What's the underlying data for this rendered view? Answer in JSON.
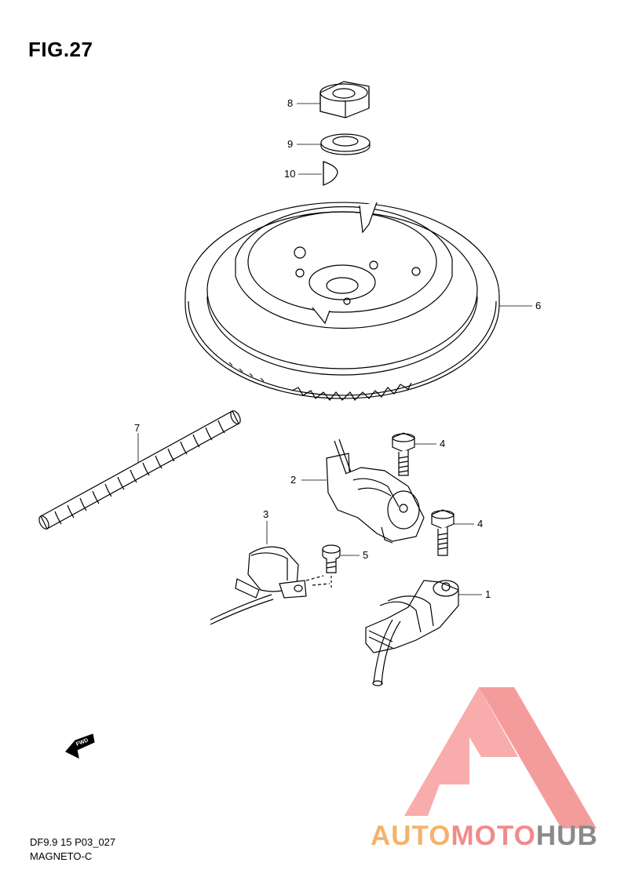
{
  "figure": {
    "title": "FIG.27",
    "code": "DF9.9 15 P03_027",
    "name": "MAGNETO-C"
  },
  "callouts": [
    {
      "id": "8",
      "label": "8"
    },
    {
      "id": "9",
      "label": "9"
    },
    {
      "id": "10",
      "label": "10"
    },
    {
      "id": "6",
      "label": "6"
    },
    {
      "id": "7",
      "label": "7"
    },
    {
      "id": "4a",
      "label": "4"
    },
    {
      "id": "2",
      "label": "2"
    },
    {
      "id": "4b",
      "label": "4"
    },
    {
      "id": "3",
      "label": "3"
    },
    {
      "id": "5",
      "label": "5"
    },
    {
      "id": "1",
      "label": "1"
    }
  ],
  "fwd_arrow": {
    "label": "FWD"
  },
  "watermark": {
    "part1": "AUTO",
    "part2": "MOTO",
    "part3": "HUB",
    "colors": {
      "red": "#f28b8b",
      "orange": "#f6b26b",
      "gray": "#8a8a8a"
    }
  }
}
